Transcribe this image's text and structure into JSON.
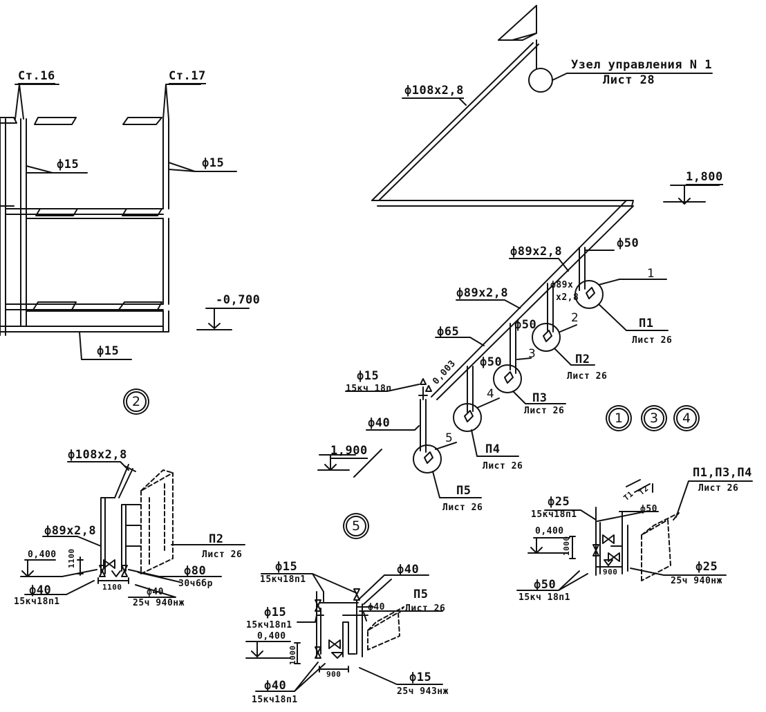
{
  "drawing": {
    "left_plan": {
      "riser_16": "Ст.16",
      "riser_17": "Ст.17",
      "pipe_left": "ф15",
      "pipe_right": "ф15",
      "pipe_bottom": "ф15",
      "elevation": "-0,700",
      "sheet_no": "2"
    },
    "main_axon": {
      "control_unit": "Узел управления  N 1",
      "control_unit_sheet": "Лист 28",
      "main_pipe": "ф108х2,8",
      "elevation_top": "1,800",
      "pipe_89_a": "ф89х2,8",
      "pipe_89_b": "ф89х2,8",
      "pipe_89_c1": "ф89х",
      "pipe_89_c2": "х2,8",
      "pipe_65": "ф65",
      "pipe_50_a": "ф50",
      "pipe_50_b": "ф50",
      "pipe_50_c": "ф50",
      "pipe_40": "ф40",
      "slope": "0,003",
      "valve_d": "ф15",
      "valve_type": "15кч 18п",
      "elevation_bottom": "1,900",
      "nodes": [
        "1",
        "2",
        "3",
        "4",
        "5"
      ],
      "node_refs": [
        {
          "name": "П1",
          "sheet": "Лист 26"
        },
        {
          "name": "П2",
          "sheet": "Лист 26"
        },
        {
          "name": "П3",
          "sheet": "Лист 26"
        },
        {
          "name": "П4",
          "sheet": "Лист 26"
        },
        {
          "name": "П5",
          "sheet": "Лист 26"
        }
      ],
      "sheet_nos": [
        "1",
        "3",
        "4"
      ]
    },
    "detail_p2": {
      "pipe_108": "ф108х2,8",
      "pipe_89": "ф89х2,8",
      "ref": "П2",
      "ref_sheet": "Лист 26",
      "elevation": "0,400",
      "dim_h": "1100",
      "dim_w": "1100",
      "pipe_80": "ф80",
      "valve_80": "30ч6бр",
      "pipe_40a": "ф40",
      "valve_40a": "15кч18п1",
      "pipe_40b": "ф40",
      "valve_40b": "25ч 940нж"
    },
    "detail_p5": {
      "sheet_no": "5",
      "pipe_15_top": "ф15",
      "valve_15_top": "15кч18п1",
      "pipe_40_top": "ф40",
      "ref": "П5",
      "ref_sheet": "Лист 26",
      "pipe_40_mid": "ф40",
      "pipe_15_mid": "ф15",
      "valve_15_mid": "15кч18п1",
      "elevation": "0,400",
      "dim_h": "1000",
      "dim_w": "900",
      "pipe_15_bot": "ф15",
      "valve_15_bot": "25ч 943нж",
      "pipe_40_bot": "ф40",
      "valve_40_bot": "15кч18п1"
    },
    "detail_p134": {
      "ref": "П1,П3,П4",
      "ref_sheet": "Лист 26",
      "t1": "Т1",
      "t2": "Т2",
      "pipe_25": "ф25",
      "valve_25": "15кч18п1",
      "pipe_50": "ф50",
      "elevation": "0,400",
      "dim_h": "1000",
      "dim_w": "900",
      "pipe_25b": "ф25",
      "valve_25b": "25ч 940нж",
      "pipe_50b": "ф50",
      "valve_50b": "15кч 18п1"
    }
  }
}
